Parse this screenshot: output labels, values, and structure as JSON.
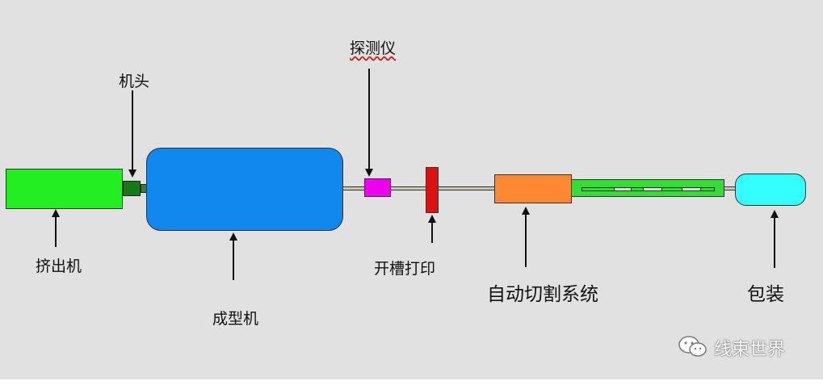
{
  "components": {
    "extruder": {
      "label": "挤出机",
      "color": "#22ee22"
    },
    "head": {
      "label": "机头",
      "color": "#157a15"
    },
    "forming_machine": {
      "label": "成型机",
      "color": "#1188ee"
    },
    "detector": {
      "label": "探测仪",
      "color": "#ee00ee"
    },
    "slot_print": {
      "label": "开槽打印",
      "color": "#dd1111"
    },
    "auto_cut": {
      "label": "自动切割系统",
      "color": "#ff8833"
    },
    "conveyor": {
      "color": "#33dd33"
    },
    "packaging": {
      "label": "包装",
      "color": "#33ffff"
    }
  },
  "watermark": {
    "text": "线束世界",
    "icon": "wechat-icon"
  }
}
